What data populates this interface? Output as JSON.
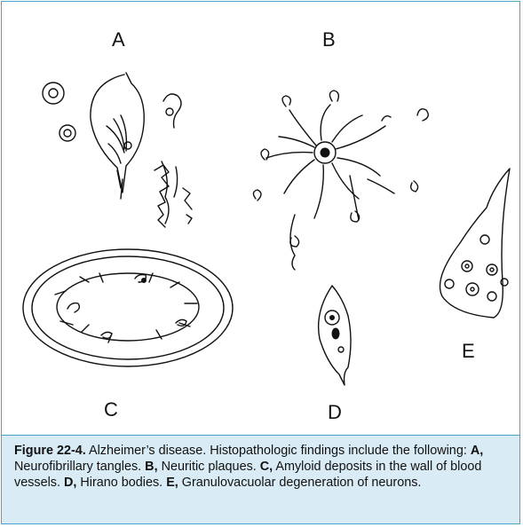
{
  "panel_labels": {
    "a": "A",
    "b": "B",
    "c": "C",
    "d": "D",
    "e": "E"
  },
  "caption": {
    "figure_id": "Figure 22-4.",
    "lead": " Alzheimer’s disease. Histopathologic findings include the following: ",
    "a_key": "A,",
    "a_text": " Neurofibrillary tangles. ",
    "b_key": "B,",
    "b_text": " Neuritic plaques. ",
    "c_key": "C,",
    "c_text": " Amyloid deposits in the wall of blood vessels. ",
    "d_key": "D,",
    "d_text": " Hirano bodies. ",
    "e_key": "E,",
    "e_text": " Granulovacuolar degeneration of neurons."
  },
  "colors": {
    "frame": "#4aa3c8",
    "caption_bg": "#d9ecf6"
  }
}
